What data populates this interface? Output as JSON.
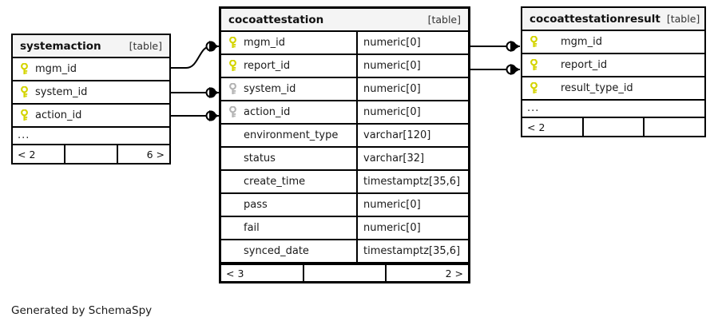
{
  "diagram": {
    "type": "entity-relationship-diagram",
    "generator_caption": "Generated by SchemaSpy",
    "table_tag": "[table]",
    "ellipsis": "...",
    "key_icon_name": "primary-key-icon",
    "fk_key_icon_name": "foreign-key-icon",
    "colors": {
      "primary_key": "#d4d400",
      "foreign_key": "#b3b3b3",
      "border": "#000000",
      "header_bg": "#f4f4f4",
      "text": "#1a1a1a",
      "background": "#ffffff"
    }
  },
  "tables": [
    {
      "id": "systemaction",
      "name": "systemaction",
      "tag": "[table]",
      "columns": [
        {
          "name": "mgm_id",
          "type": "",
          "key": "primary"
        },
        {
          "name": "system_id",
          "type": "",
          "key": "primary"
        },
        {
          "name": "action_id",
          "type": "",
          "key": "primary"
        }
      ],
      "has_ellipsis": true,
      "footer": [
        {
          "text": "< 2",
          "align": "left"
        },
        {
          "text": "",
          "align": "left"
        },
        {
          "text": "6 >",
          "align": "right"
        }
      ]
    },
    {
      "id": "cocoattestation",
      "name": "cocoattestation",
      "tag": "[table]",
      "columns": [
        {
          "name": "mgm_id",
          "type": "numeric[0]",
          "key": "primary"
        },
        {
          "name": "report_id",
          "type": "numeric[0]",
          "key": "primary"
        },
        {
          "name": "system_id",
          "type": "numeric[0]",
          "key": "foreign"
        },
        {
          "name": "action_id",
          "type": "numeric[0]",
          "key": "foreign"
        },
        {
          "name": "environment_type",
          "type": "varchar[120]",
          "key": "none"
        },
        {
          "name": "status",
          "type": "varchar[32]",
          "key": "none"
        },
        {
          "name": "create_time",
          "type": "timestamptz[35,6]",
          "key": "none"
        },
        {
          "name": "pass",
          "type": "numeric[0]",
          "key": "none"
        },
        {
          "name": "fail",
          "type": "numeric[0]",
          "key": "none"
        },
        {
          "name": "synced_date",
          "type": "timestamptz[35,6]",
          "key": "none"
        }
      ],
      "has_ellipsis": false,
      "footer": [
        {
          "text": "< 3",
          "align": "left"
        },
        {
          "text": "",
          "align": "left"
        },
        {
          "text": "2 >",
          "align": "right"
        }
      ]
    },
    {
      "id": "cocoattestationresult",
      "name": "cocoattestationresult",
      "tag": "[table]",
      "columns": [
        {
          "name": "mgm_id",
          "type": "",
          "key": "primary"
        },
        {
          "name": "report_id",
          "type": "",
          "key": "primary"
        },
        {
          "name": "result_type_id",
          "type": "",
          "key": "primary"
        }
      ],
      "has_ellipsis": true,
      "footer": [
        {
          "text": "< 2",
          "align": "left"
        },
        {
          "text": "",
          "align": "left"
        },
        {
          "text": "",
          "align": "left"
        }
      ]
    }
  ],
  "relationships": [
    {
      "from_table": "systemaction",
      "from_column": "mgm_id",
      "to_table": "cocoattestation",
      "to_column": "mgm_id",
      "notation": "zero-or-many"
    },
    {
      "from_table": "systemaction",
      "from_column": "system_id",
      "to_table": "cocoattestation",
      "to_column": "system_id",
      "notation": "zero-or-many"
    },
    {
      "from_table": "systemaction",
      "from_column": "action_id",
      "to_table": "cocoattestation",
      "to_column": "action_id",
      "notation": "zero-or-many"
    },
    {
      "from_table": "cocoattestation",
      "from_column": "mgm_id",
      "to_table": "cocoattestationresult",
      "to_column": "mgm_id",
      "notation": "zero-or-many"
    },
    {
      "from_table": "cocoattestation",
      "from_column": "report_id",
      "to_table": "cocoattestationresult",
      "to_column": "report_id",
      "notation": "zero-or-many"
    }
  ]
}
